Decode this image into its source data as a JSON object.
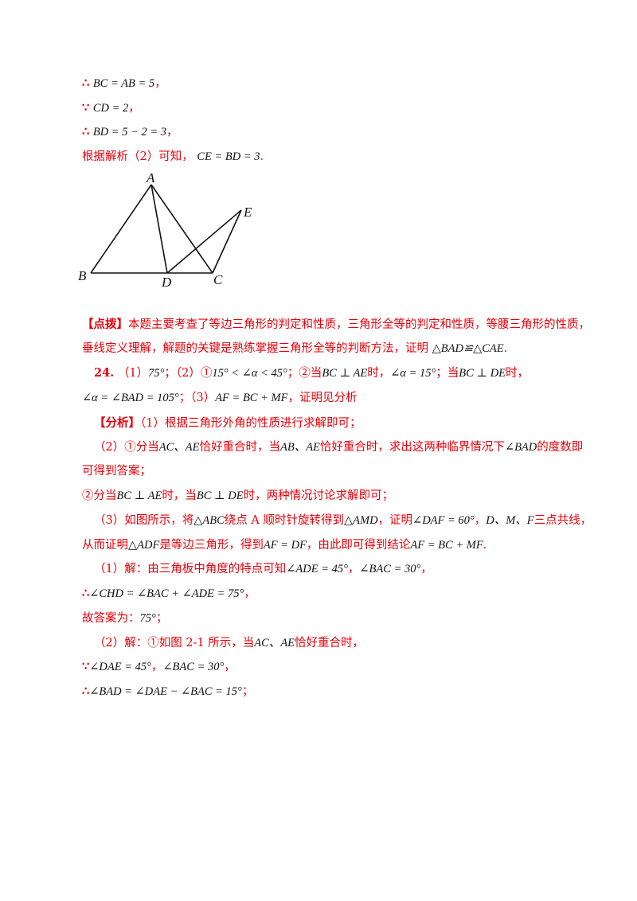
{
  "lines": [
    {
      "prefix": "∴",
      "math": "BC = AB = 5",
      "suffix": "，"
    },
    {
      "prefix": "∵",
      "math": "CD = 2",
      "suffix": "，"
    },
    {
      "prefix": "∴",
      "math": "BD = 5 − 2 = 3",
      "suffix": "，"
    },
    {
      "text": "根据解析（2）可知，",
      "math": "CE = BD = 3",
      "suffix": "."
    }
  ],
  "figure": {
    "labels": {
      "A": "A",
      "B": "B",
      "C": "C",
      "D": "D",
      "E": "E"
    }
  },
  "hint": {
    "tag": "【点拨】",
    "text1": "本题主要考查了等边三角形的判定和性质，三角形全等的判定和性质，等腰三角形的性质，",
    "text2": "垂线定义理解，解题的关键是熟练掌握三角形全等的判断方法，证明",
    "math": "△BAD≌△CAE",
    "suffix": "."
  },
  "q24": {
    "num": "24.",
    "p1": "（1）",
    "m1": "75°",
    "p2": "；（2）①",
    "m2": "15° < ∠α < 45°",
    "p3": "；②当",
    "m3": "BC ⊥ AE",
    "p4": "时，",
    "m4": "∠α = 15°",
    "p5": "；当",
    "m5": "BC ⊥ DE",
    "p6": "时，",
    "m6": "∠α = ∠BAD = 105°",
    "p7": "；（3）",
    "m7": "AF = BC + MF",
    "p8": "，证明见分析"
  },
  "analysis": {
    "tag": "【分析】",
    "l1": "（1）根据三角形外角的性质进行求解即可；",
    "l2a": "（2）①分当",
    "l2m1": "AC、AE",
    "l2b": "恰好重合时，当",
    "l2m2": "AB、AE",
    "l2c": "恰好重合时，求出这两种临界情况下",
    "l2m3": "∠BAD",
    "l2d": "的度数即",
    "l3": "可得到答案；",
    "l4a": "②分当",
    "l4m1": "BC ⊥ AE",
    "l4b": "时，当",
    "l4m2": "BC ⊥ DE",
    "l4c": "时，两种情况讨论求解即可；",
    "l5a": "（3）如图所示，将",
    "l5m1": "△ABC",
    "l5b": "绕点 A 顺时针旋转得到",
    "l5m2": "△AMD",
    "l5c": "，证明",
    "l5m3": "∠DAF = 60°",
    "l5d": "，",
    "l5m4": "D、M、F",
    "l5e": "三点共线，",
    "l6a": "从而证明",
    "l6m1": "△ADF",
    "l6b": "是等边三角形，得到",
    "l6m2": "AF = DF",
    "l6c": "，由此即可得到结论",
    "l6m3": "AF = BC + MF",
    "l6d": "."
  },
  "solution": {
    "s1a": "（1）解：由三角板中角度的特点可知",
    "s1m1": "∠ADE = 45°",
    "s1b": "，",
    "s1m2": "∠BAC = 30°",
    "s1c": "，",
    "s2m": "∠CHD = ∠BAC + ∠ADE = 75°",
    "s2c": "，",
    "s3a": "故答案为：",
    "s3m": "75°",
    "s3b": "；",
    "s4a": "（2）解：①如图 2-1 所示，当",
    "s4m": "AC、AE",
    "s4b": "恰好重合时，",
    "s5m1": "∠DAE = 45°",
    "s5b": "，",
    "s5m2": "∠BAC = 30°",
    "s5c": "，",
    "s6m": "∠BAD = ∠DAE − ∠BAC = 15°",
    "s6c": "；"
  }
}
